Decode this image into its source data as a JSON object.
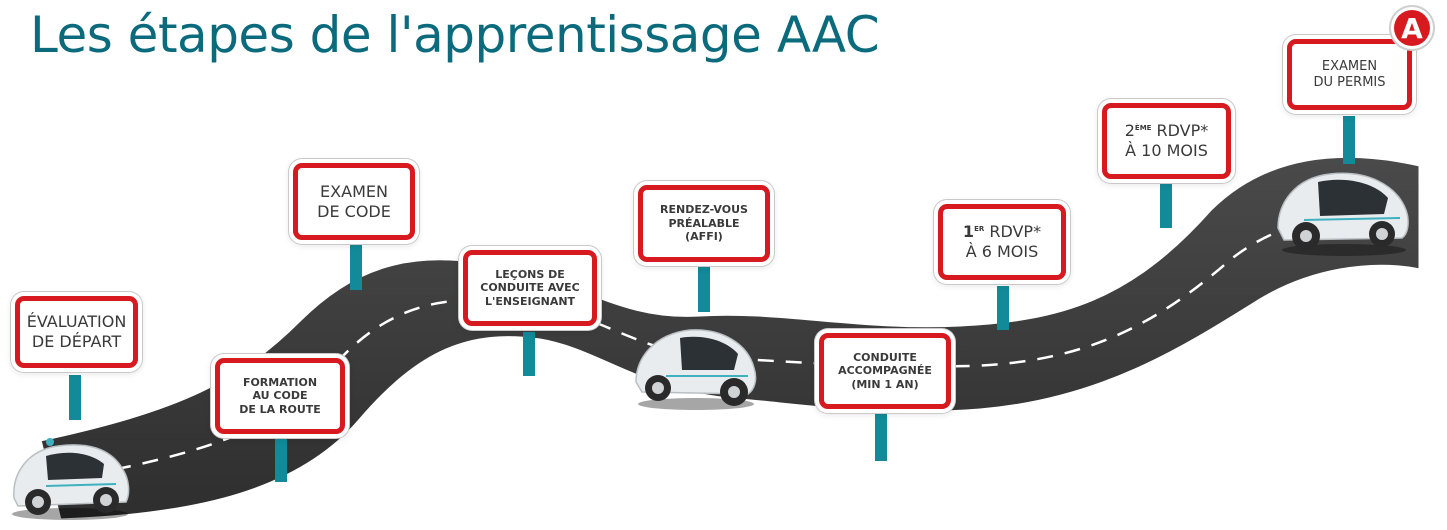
{
  "title": "Les étapes de l'apprentissage AAC",
  "logo": {
    "letter": "A",
    "color": "#d61a1f"
  },
  "colors": {
    "title": "#0b6b7c",
    "sign_border": "#d61a1f",
    "post": "#128a9a",
    "road": "#3d3d3d"
  },
  "steps": [
    {
      "lines": [
        "ÉVALUATION",
        "DE DÉPART"
      ]
    },
    {
      "lines": [
        "FORMATION",
        "AU CODE",
        "DE LA ROUTE"
      ]
    },
    {
      "lines": [
        "EXAMEN",
        "DE CODE"
      ]
    },
    {
      "lines": [
        "LEÇONS DE",
        "CONDUITE AVEC",
        "L'ENSEIGNANT"
      ]
    },
    {
      "lines": [
        "RENDEZ-VOUS",
        "PRÉALABLE",
        "(AFFI)"
      ]
    },
    {
      "lines": [
        "CONDUITE",
        "ACCOMPAGNÉE",
        "(MIN 1 AN)"
      ]
    },
    {
      "num": "1",
      "sup": "ER",
      "rest": " RDVP*",
      "line2": "À 6 MOIS"
    },
    {
      "num": "2",
      "sup": "ÈME",
      "rest": " RDVP*",
      "line2": "À 10 MOIS"
    },
    {
      "lines": [
        "EXAMEN",
        "DU PERMIS"
      ]
    }
  ]
}
